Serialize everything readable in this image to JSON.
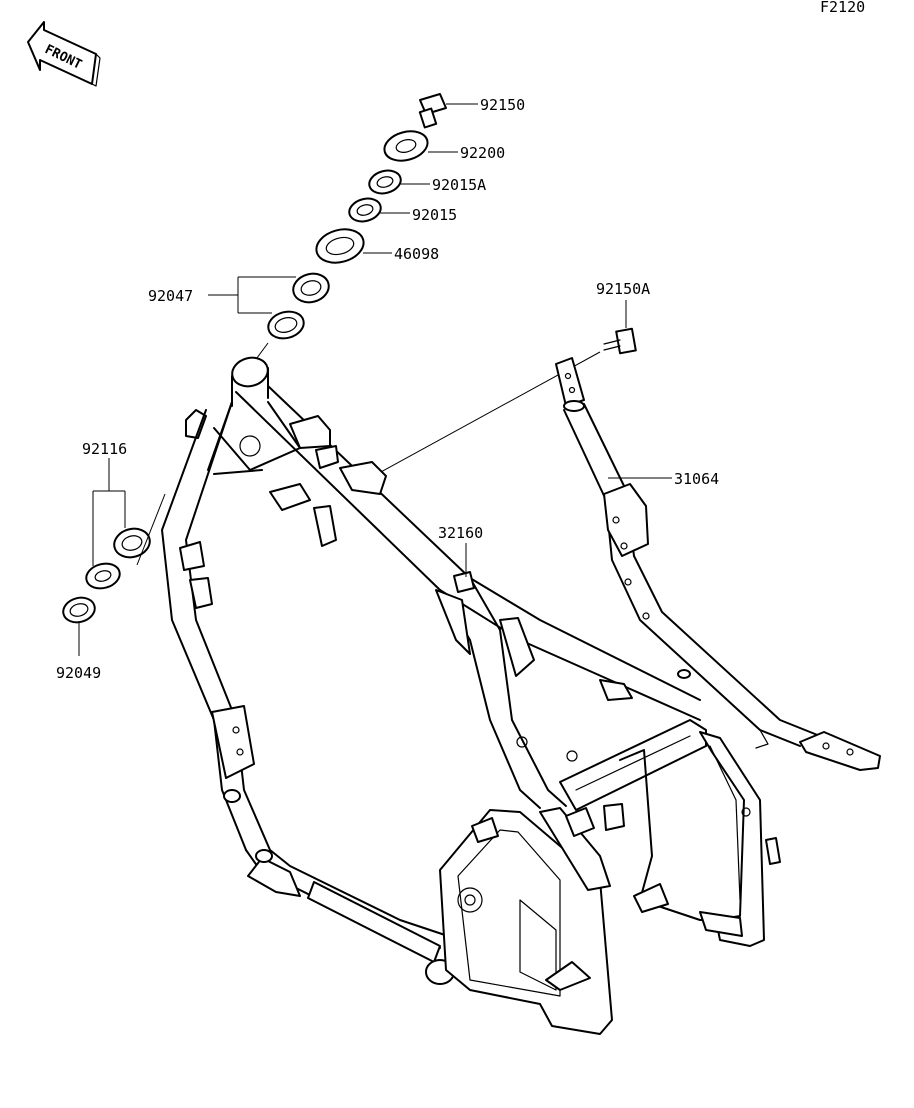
{
  "figure_code": "F2120",
  "front_label": "FRONT",
  "parts": {
    "p92150": "92150",
    "p92200": "92200",
    "p92015A": "92015A",
    "p92015": "92015",
    "p46098": "46098",
    "p92047": "92047",
    "p92150A": "92150A",
    "p31064": "31064",
    "p32160": "32160",
    "p92116": "92116",
    "p92049": "92049"
  }
}
